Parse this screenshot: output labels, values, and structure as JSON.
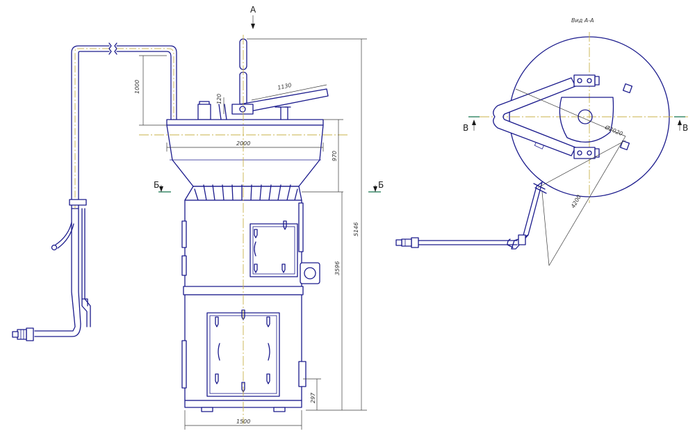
{
  "labels": {
    "view_a": "А",
    "section_b_left": "Б",
    "section_b_right": "Б",
    "section_v_left": "В",
    "section_v_right": "В",
    "view_title": "Вид А-А"
  },
  "dimensions": {
    "pipe_drop": "1000",
    "handle_length": "1130",
    "small_offset": "120",
    "hopper_width": "2000",
    "hopper_height": "970",
    "total_height": "5146",
    "body_height": "3596",
    "bottom_offset": "297",
    "base_width": "1500",
    "ring_diameter": "Ø2020",
    "radial_4200": "4200"
  },
  "colors": {
    "line": "#1a1a8c",
    "axis": "#c8b24a",
    "section_mark": "#3a8a6a"
  }
}
